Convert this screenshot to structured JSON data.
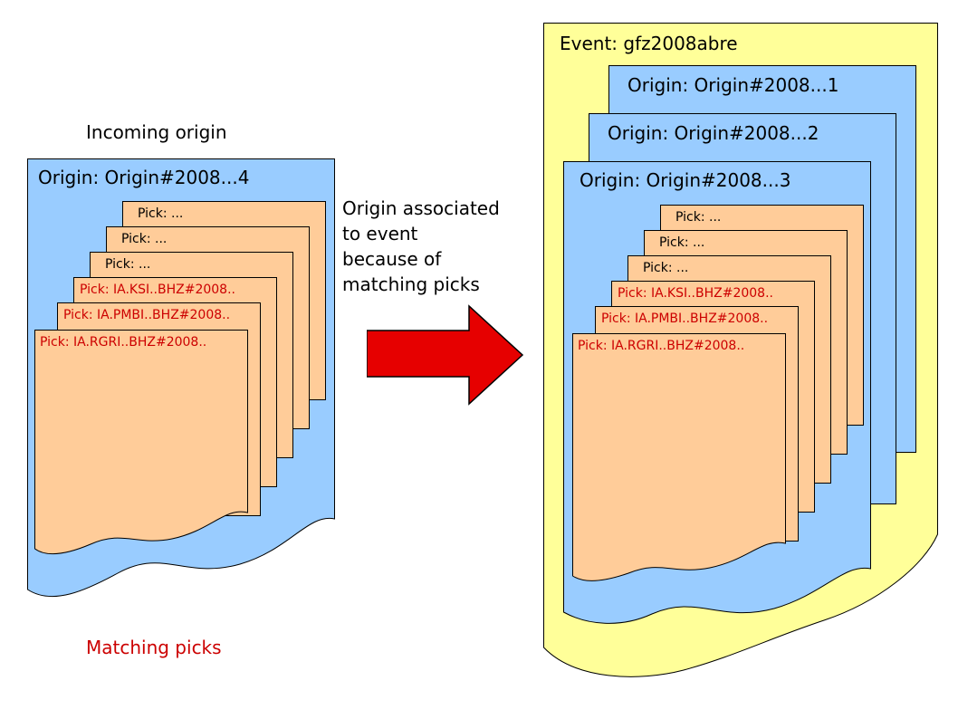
{
  "colors": {
    "event_fill": "#ffff99",
    "origin_fill": "#99ccff",
    "pick_fill": "#ffcc99",
    "arrow_fill": "#e60000",
    "matching_text": "#cc0000"
  },
  "left_panel": {
    "heading": "Incoming origin",
    "caption": "Matching picks",
    "origin": {
      "title": "Origin: Origin#2008...4",
      "picks": [
        {
          "label": "Pick: ..."
        },
        {
          "label": "Pick: ..."
        },
        {
          "label": "Pick: ..."
        },
        {
          "label": "Pick: IA.KSI..BHZ#2008.."
        },
        {
          "label": "Pick: IA.PMBI..BHZ#2008.."
        },
        {
          "label": "Pick: IA.RGRI..BHZ#2008.."
        }
      ]
    }
  },
  "annotation": {
    "lines": [
      "Origin associated",
      "to event",
      "because of",
      "matching picks"
    ]
  },
  "event_panel": {
    "event": {
      "title": "Event: gfz2008abre",
      "origins": [
        {
          "title": "Origin: Origin#2008...1"
        },
        {
          "title": "Origin: Origin#2008...2"
        },
        {
          "title": "Origin: Origin#2008...3"
        }
      ],
      "front_origin_picks": [
        {
          "label": "Pick: ..."
        },
        {
          "label": "Pick: ..."
        },
        {
          "label": "Pick: ..."
        },
        {
          "label": "Pick: IA.KSI..BHZ#2008.."
        },
        {
          "label": "Pick: IA.PMBI..BHZ#2008.."
        },
        {
          "label": "Pick: IA.RGRI..BHZ#2008.."
        }
      ]
    }
  }
}
